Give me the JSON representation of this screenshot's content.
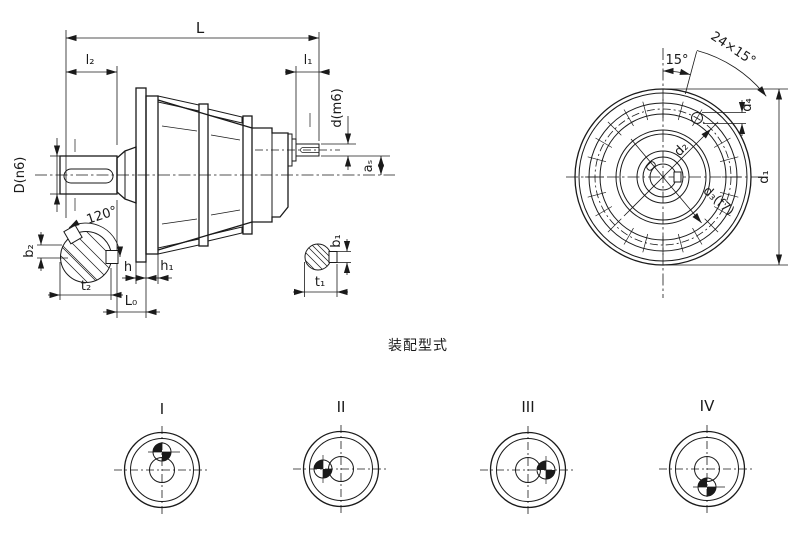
{
  "drawing": {
    "side_view": {
      "dim_overall_length": "L",
      "dim_output_shaft_length": "l₂",
      "dim_input_shaft_length": "l₁",
      "dim_output_shaft_dia": "D(n6)",
      "dim_input_shaft_dia": "d(m6)",
      "dim_input_offset": "aₛ",
      "dim_flange_thickness": "h",
      "dim_flange_boss": "h₁",
      "dim_mount_length": "L₀"
    },
    "output_key_section": {
      "angle": "120°",
      "key_width": "b₂",
      "key_depth": "t₂"
    },
    "input_key_section": {
      "key_width": "b₁",
      "key_depth": "t₁"
    },
    "front_view": {
      "dim_hole_pattern": "24×15°",
      "dim_hole_angle": "15°",
      "dim_hole_dia": "d₄",
      "dim_bolt_circle_dia": "d₂",
      "dim_spigot_dia": "d₃(f7)",
      "dim_outer_dia": "d₁"
    },
    "assembly": {
      "caption": "装配型式",
      "variants": [
        {
          "label": "I",
          "marker_position": "top"
        },
        {
          "label": "II",
          "marker_position": "left"
        },
        {
          "label": "III",
          "marker_position": "right"
        },
        {
          "label": "IV",
          "marker_position": "bottom"
        }
      ]
    }
  }
}
